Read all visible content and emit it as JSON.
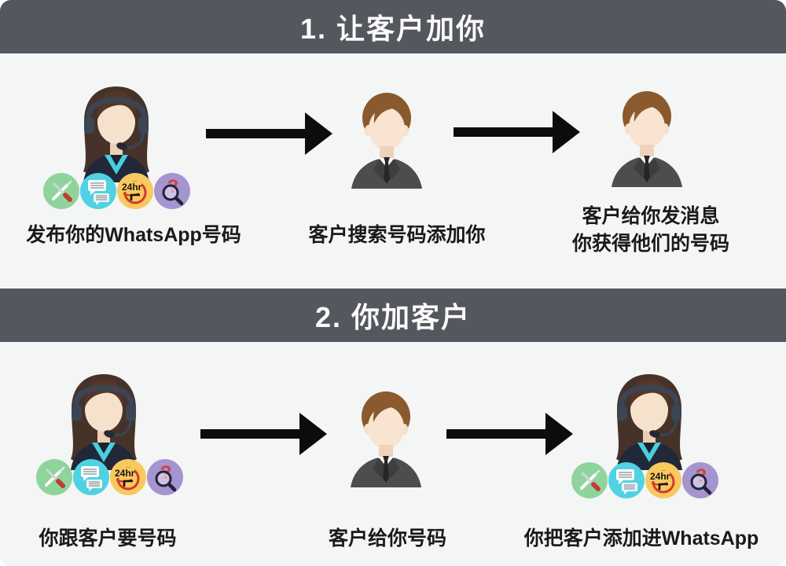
{
  "theme": {
    "page_bg": "#f4f5f5",
    "banner_bg": "#55575f",
    "banner_text_color": "#fafafa",
    "caption_color": "#1a1a1a",
    "arrow_color": "#0c0c0c"
  },
  "sections": [
    {
      "banner": "1. 让客户加你",
      "steps": [
        {
          "figure": "support-agent-avatar",
          "caption_lines": [
            "发布你的WhatsApp号码"
          ]
        },
        {
          "figure": "customer-avatar",
          "caption_lines": [
            "客户搜索号码添加你"
          ]
        },
        {
          "figure": "customer-avatar",
          "caption_lines": [
            "客户给你发消息",
            "你获得他们的号码"
          ]
        }
      ]
    },
    {
      "banner": "2. 你加客户",
      "steps": [
        {
          "figure": "support-agent-avatar",
          "caption_lines": [
            "你跟客户要号码"
          ]
        },
        {
          "figure": "customer-avatar",
          "caption_lines": [
            "客户给你号码"
          ]
        },
        {
          "figure": "support-agent-avatar",
          "caption_lines": [
            "你把客户添加进WhatsApp"
          ]
        }
      ]
    }
  ],
  "feature_icons": {
    "tools": {
      "name": "tools-icon",
      "bg": "#8fd49b"
    },
    "chat": {
      "name": "chat-bubbles-icon",
      "bg": "#4fd2e2"
    },
    "hours": {
      "name": "24hr-clock-icon",
      "bg": "#f8c95e",
      "label": "24hr"
    },
    "search": {
      "name": "search-question-icon",
      "bg": "#a494cf",
      "glyph": "?"
    }
  }
}
